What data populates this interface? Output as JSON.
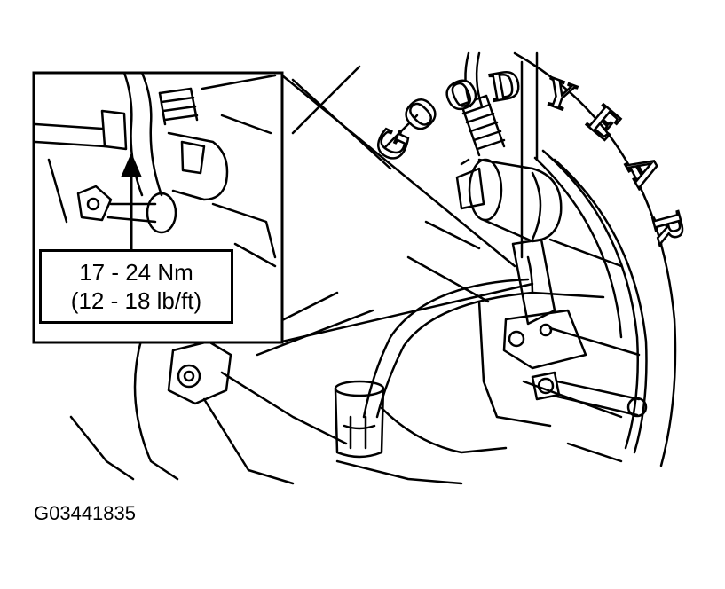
{
  "callout": {
    "torque_metric": "17 - 24 Nm",
    "torque_imperial": "(12 - 18 lb/ft)"
  },
  "tire": {
    "brand_letters": [
      "G",
      "O",
      "O",
      "D",
      "Y",
      "E",
      "A",
      "R"
    ]
  },
  "figure": {
    "id": "G03441835"
  }
}
